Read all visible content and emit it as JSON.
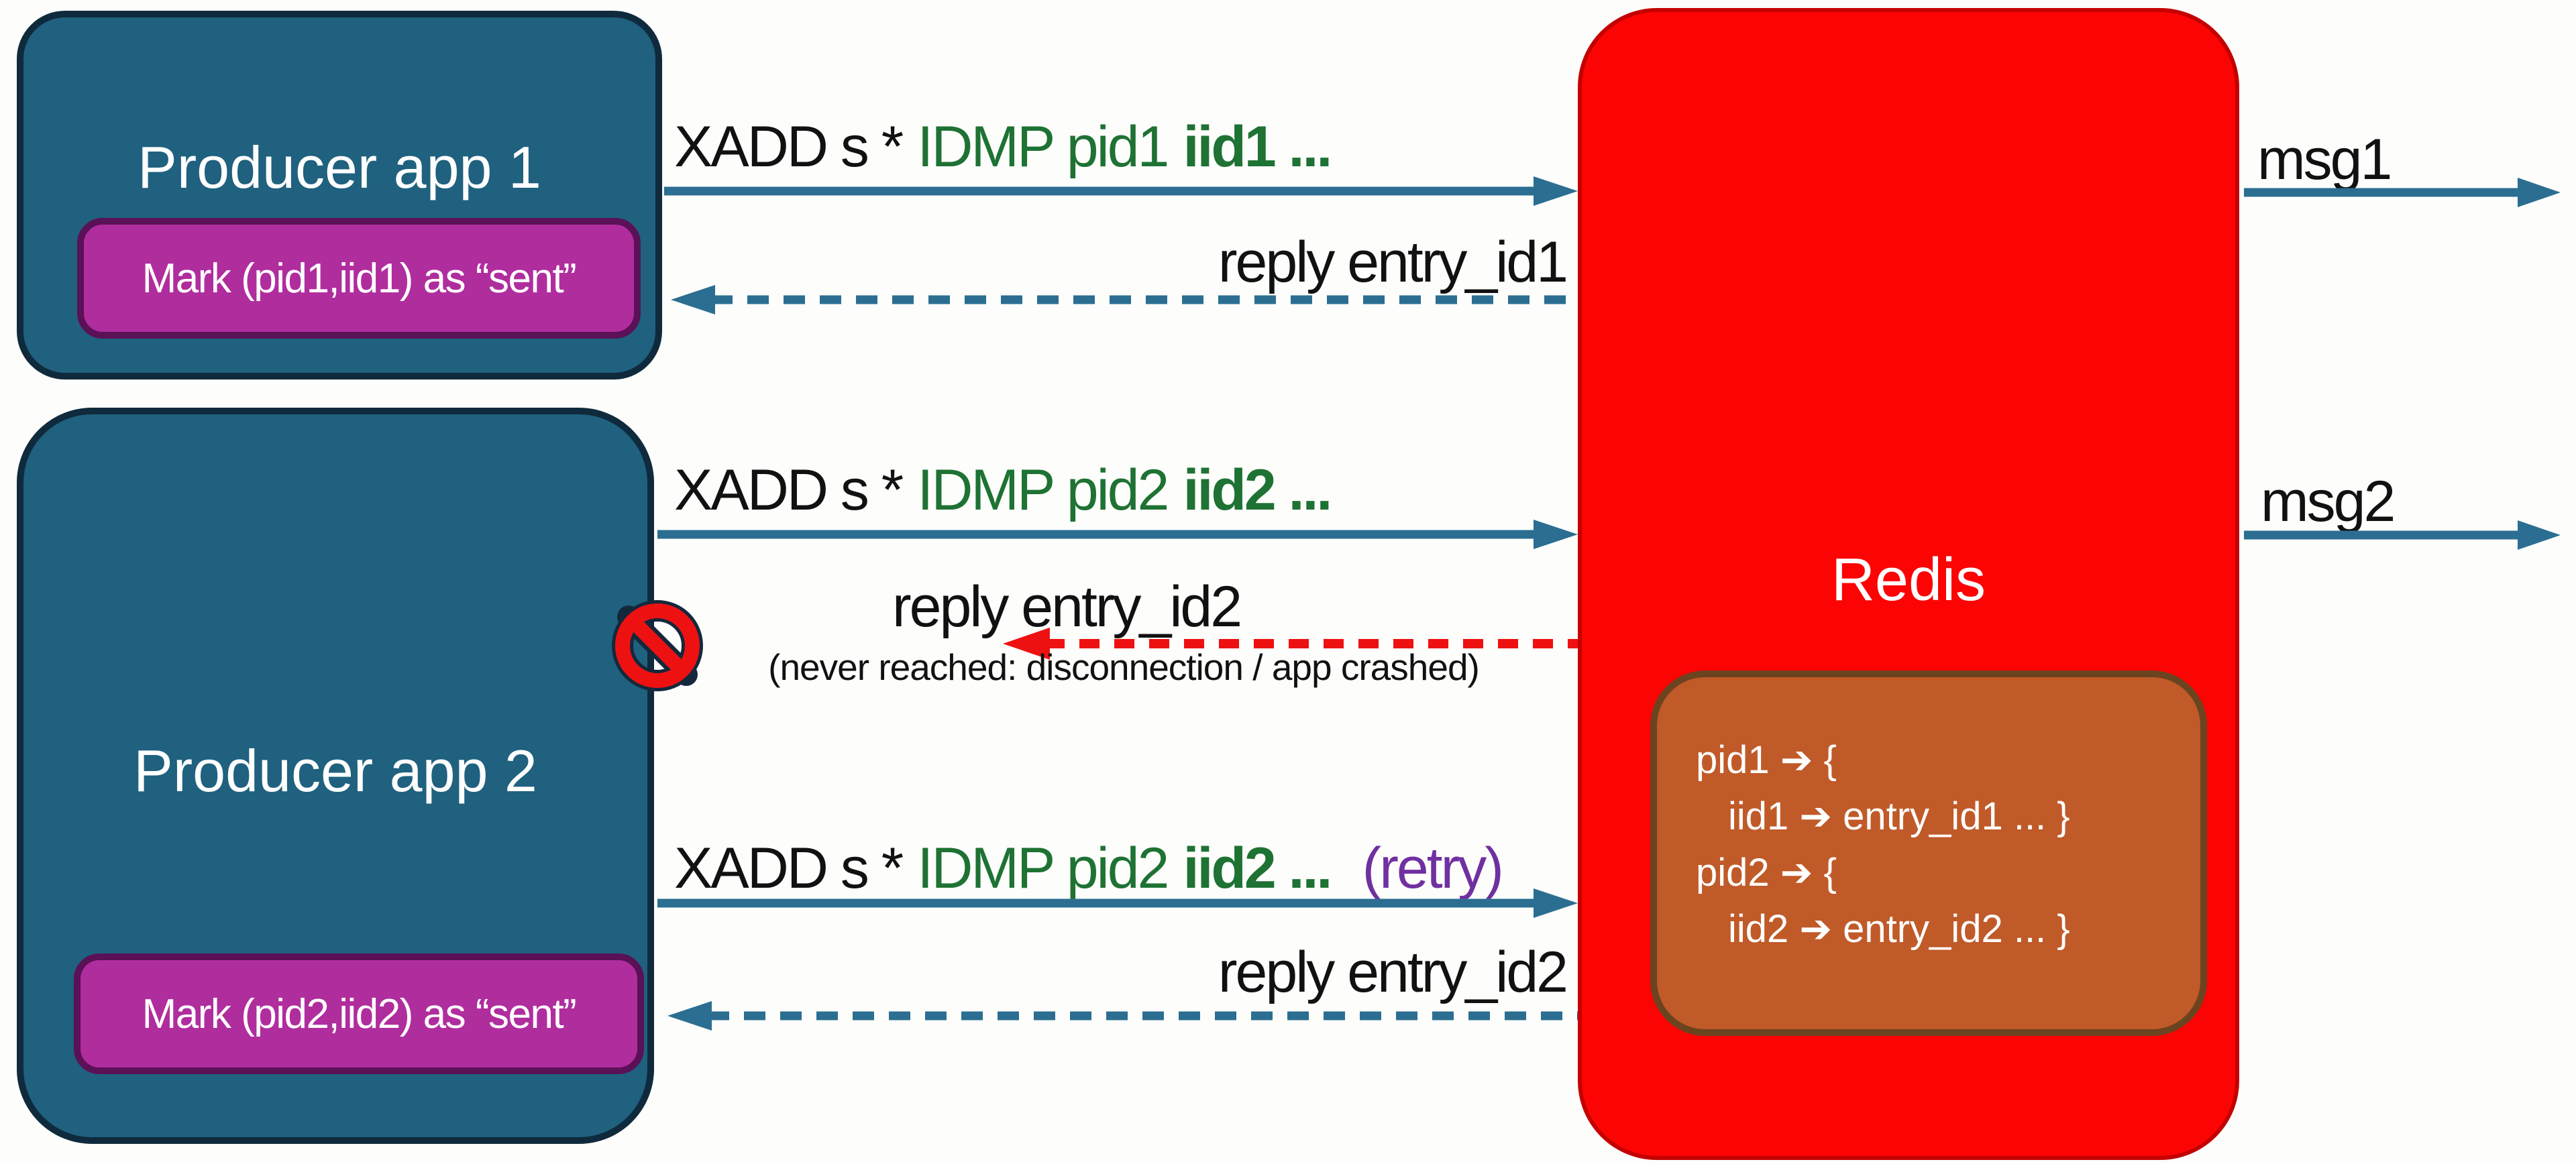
{
  "palette": {
    "producer_fill": "#1f617f",
    "producer_border": "#0f2a3c",
    "mark_fill": "#b02d9e",
    "mark_border": "#5a1156",
    "redis_fill": "#fc0404",
    "redis_border": "#c40000",
    "store_fill": "#c05a28",
    "store_border": "#6b431f",
    "arrow_teal": "#2b6e91",
    "arrow_red": "#ee1111",
    "text_green": "#1e7233",
    "text_purple": "#7030a0",
    "text_black": "#111111",
    "text_white": "#ffffff"
  },
  "producer1": {
    "title": "Producer app 1",
    "mark_label": "Mark (pid1,iid1) as “sent”"
  },
  "producer2": {
    "title": "Producer app 2",
    "mark_label": "Mark (pid2,iid2) as “sent”"
  },
  "redis": {
    "title": "Redis",
    "store_lines": [
      "pid1 ➔ {",
      "iid1 ➔ entry_id1 ... }",
      "pid2 ➔ {",
      "iid2 ➔ entry_id2 ... }"
    ]
  },
  "flows": {
    "xadd1": {
      "cmd": "XADD s *",
      "idmp": "IDMP pid1",
      "iid": "iid1 ..."
    },
    "reply1": {
      "label": "reply entry_id1"
    },
    "xadd2": {
      "cmd": "XADD s *",
      "idmp": "IDMP pid2",
      "iid": "iid2 ..."
    },
    "reply2_blocked": {
      "label": "reply entry_id2",
      "note": "(never reached: disconnection / app crashed)"
    },
    "xadd2_retry": {
      "cmd": "XADD s *",
      "idmp": "IDMP pid2",
      "iid": "iid2 ...",
      "retry": "(retry)"
    },
    "reply2": {
      "label": "reply entry_id2"
    },
    "out1": {
      "label": "msg1"
    },
    "out2": {
      "label": "msg2"
    }
  }
}
